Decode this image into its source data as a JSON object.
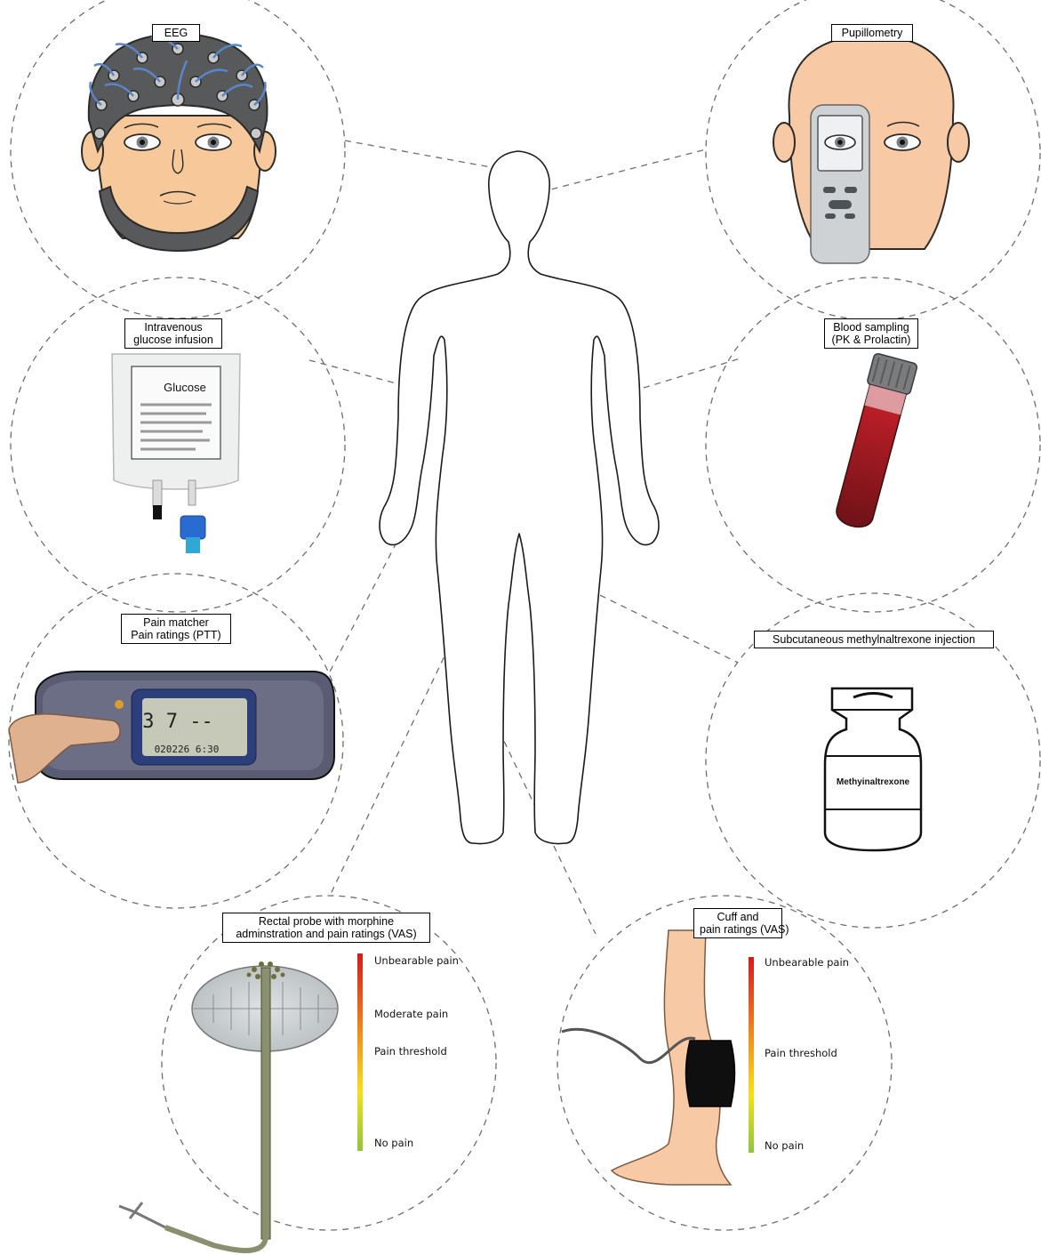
{
  "labels": {
    "eeg": "EEG",
    "pupillometry": "Pupillometry",
    "iv_line1": "Intravenous",
    "iv_line2": "glucose infusion",
    "blood_line1": "Blood sampling",
    "blood_line2": "(PK & Prolactin)",
    "pain_matcher_line1": "Pain matcher",
    "pain_matcher_line2": "Pain ratings (PTT)",
    "subcut": "Subcutaneous methylnaltrexone injection",
    "rectal_line1": "Rectal probe with morphine",
    "rectal_line2": "adminstration and pain ratings (VAS)",
    "cuff_line1": "Cuff and",
    "cuff_line2": "pain ratings (VAS)"
  },
  "device_text": {
    "glucose_bag": "Glucose",
    "vial": "Methyinaltrexone",
    "lcd_digits": "3 7 --",
    "lcd_date": "020226  6:30"
  },
  "vas_rectal": [
    "Unbearable pain",
    "Moderate pain",
    "Pain threshold",
    "No pain"
  ],
  "vas_cuff": [
    "Unbearable pain",
    "Pain threshold",
    "No pain"
  ],
  "colors": {
    "skin": "#f7c99a",
    "cap": "#58595b",
    "blood": "#9b1b1f",
    "scale_top": "#d7191c",
    "scale_mid": "#f4e01a",
    "scale_bottom": "#8dc63f",
    "dash": "#6e6e6e"
  }
}
